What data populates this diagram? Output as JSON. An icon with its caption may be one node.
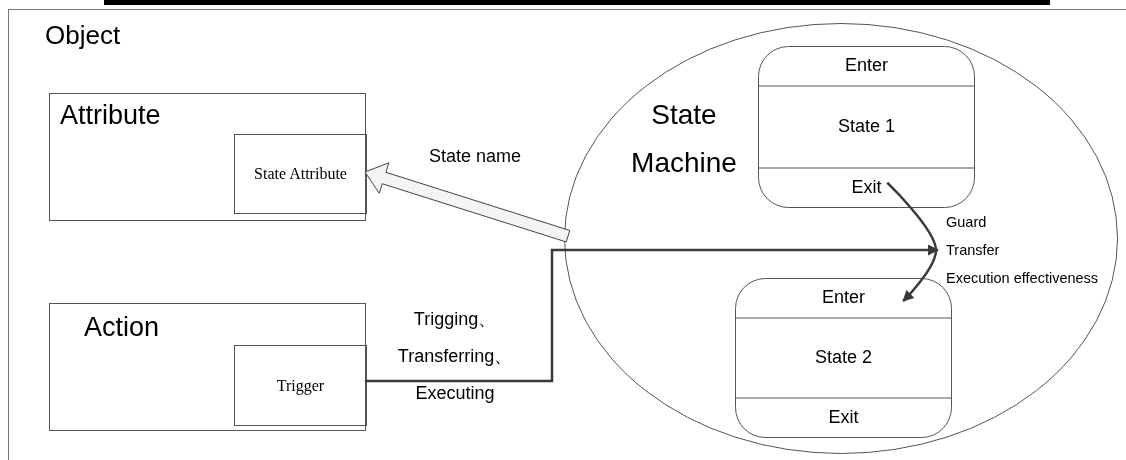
{
  "diagram": {
    "nodes": [
      {
        "text": [
          "Object"
        ]
      },
      {
        "text": [
          "Attribute"
        ],
        "in": 0
      },
      {
        "text": [
          "State Attribute"
        ],
        "in": 1
      },
      {
        "text": [
          "Action"
        ],
        "in": 0
      },
      {
        "text": [
          "Trigger"
        ],
        "in": 3
      },
      {
        "text": [
          "State Machine"
        ],
        "in": 0
      },
      {
        "text": [
          "Enter",
          "State 1",
          "Exit"
        ],
        "in": 5
      },
      {
        "text": [
          "Enter",
          "State 2",
          "Exit"
        ],
        "in": 5
      }
    ],
    "edges": [
      {
        "from": 5,
        "to": 2,
        "arrow": "to",
        "label": "State name",
        "style": "thick"
      },
      {
        "from": 4,
        "to": 7,
        "arrow": "to",
        "label": "Trigging、 Transferring、 Executing"
      },
      {
        "from": 6,
        "to": 7,
        "arrow": "to",
        "label": "Guard Transfer Execution effectiveness"
      }
    ]
  }
}
